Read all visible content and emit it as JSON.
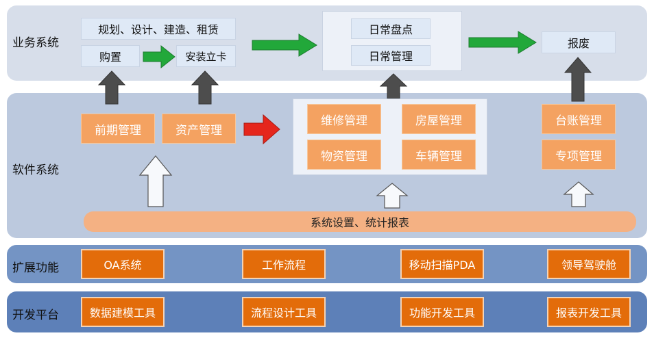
{
  "layers": {
    "business": "业务系统",
    "software": "软件系统",
    "extension": "扩展功能",
    "devplatform": "开发平台"
  },
  "business": {
    "planning": "规划、设计、建造、租赁",
    "purchase": "购置",
    "install": "安装立卡",
    "daily_inventory": "日常盘点",
    "daily_management": "日常管理",
    "scrap": "报废"
  },
  "software": {
    "early_mgmt": "前期管理",
    "asset_mgmt": "资产管理",
    "repair_mgmt": "维修管理",
    "housing_mgmt": "房屋管理",
    "material_mgmt": "物资管理",
    "vehicle_mgmt": "车辆管理",
    "ledger_mgmt": "台账管理",
    "special_mgmt": "专项管理",
    "settings_bar": "系统设置、统计报表"
  },
  "extension": [
    "OA系统",
    "工作流程",
    "移动扫描PDA",
    "领导驾驶舱"
  ],
  "devplatform": [
    "数据建模工具",
    "流程设计工具",
    "功能开发工具",
    "报表开发工具"
  ],
  "colors": {
    "green_arrow": "#22a83a",
    "red_arrow": "#e5261c",
    "dark_arrow": "#4d4d4d",
    "orange_box": "#f4a261",
    "dark_orange_box": "#e36c0a"
  }
}
